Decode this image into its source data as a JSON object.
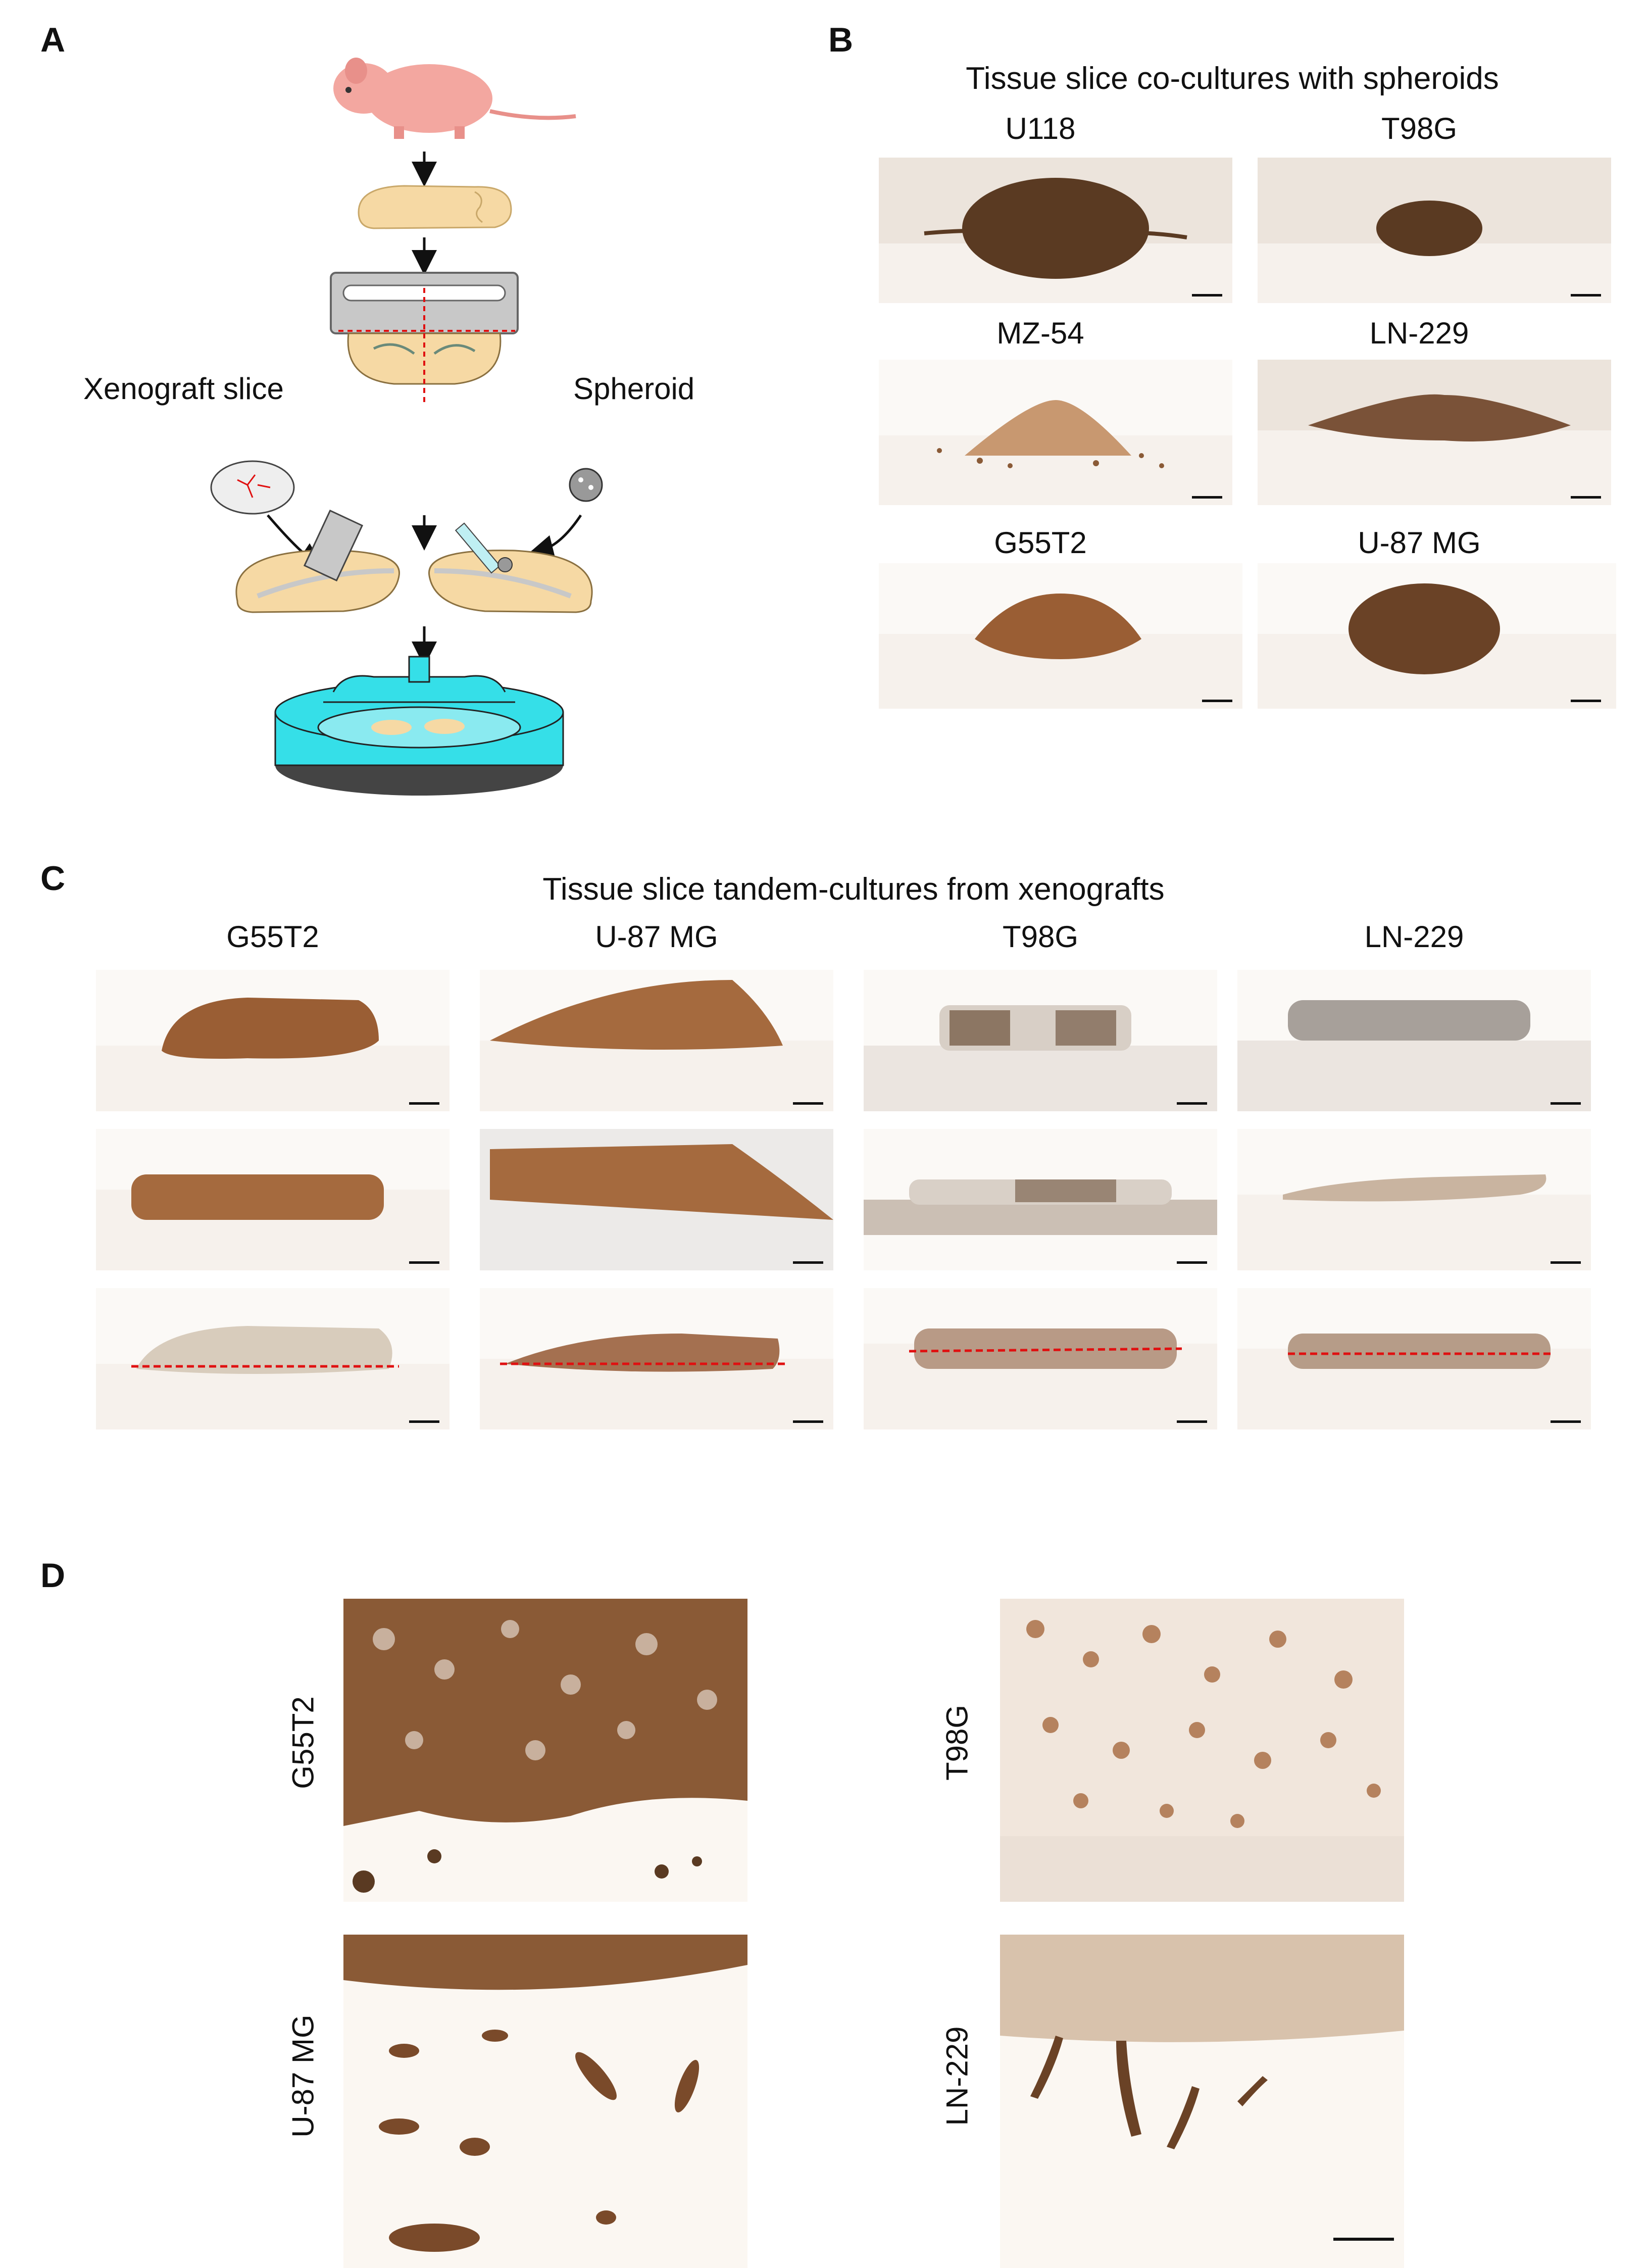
{
  "panels": {
    "A": {
      "letter": "A",
      "xenograft_label": "Xenograft slice",
      "spheroid_label": "Spheroid"
    },
    "B": {
      "letter": "B",
      "title": "Tissue slice co-cultures with spheroids",
      "labels": [
        "U118",
        "T98G",
        "MZ-54",
        "LN-229",
        "G55T2",
        "U-87 MG"
      ]
    },
    "C": {
      "letter": "C",
      "title": "Tissue slice tandem-cultures from xenografts",
      "columns": [
        "G55T2",
        "U-87 MG",
        "T98G",
        "LN-229"
      ]
    },
    "D": {
      "letter": "D",
      "labels": [
        "G55T2",
        "T98G",
        "U-87 MG",
        "LN-229"
      ]
    }
  },
  "colors": {
    "stain_dark": "#5a3a22",
    "stain_mid": "#8a5a36",
    "stain_light": "#c89870",
    "tissue_bg": "#f1ece6",
    "brain": "#f6d9a4",
    "dish": "#35dfe8",
    "mouse": "#f3a7a0",
    "dashed_red": "#e01010"
  }
}
